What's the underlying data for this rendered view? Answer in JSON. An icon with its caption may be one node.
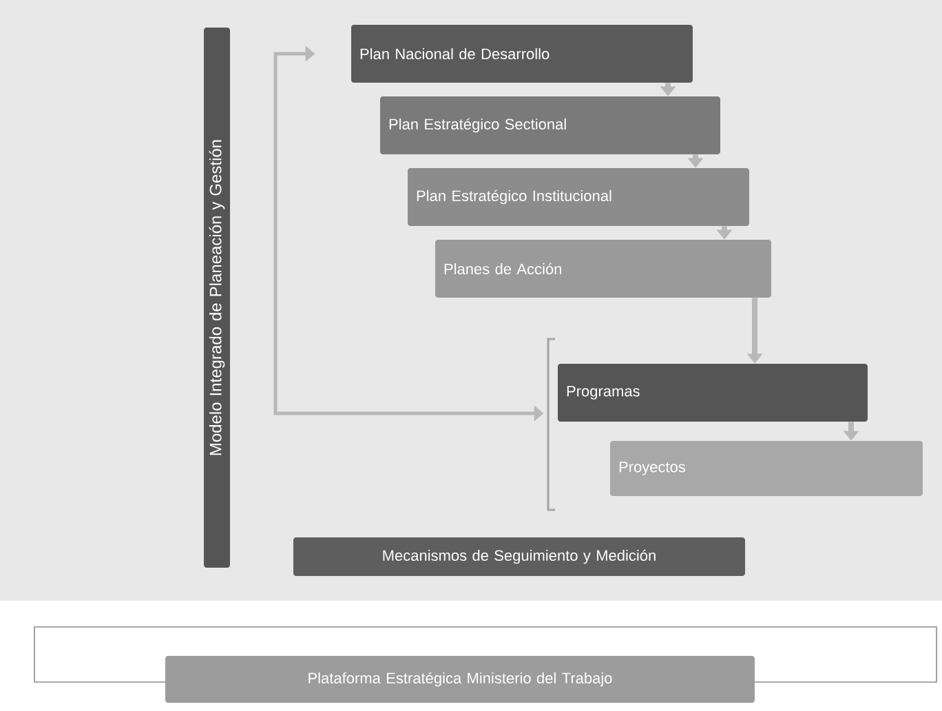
{
  "diagram": {
    "nodes": [
      {
        "text": [
          "Modelo Integrado de Planeación y Gestión"
        ]
      },
      {
        "text": [
          "Plan Nacional de Desarrollo"
        ]
      },
      {
        "text": [
          "Plan Estratégico Sectional"
        ]
      },
      {
        "text": [
          "Plan Estratégico Institucional"
        ]
      },
      {
        "text": [
          "Planes de Acción"
        ]
      },
      {
        "text": [
          "Programas"
        ]
      },
      {
        "text": [
          "Proyectos"
        ]
      },
      {
        "text": [
          "Mecanismos de Seguimiento y Medición"
        ]
      },
      {
        "text": [
          "Plataforma Estratégica Ministerio del Trabajo"
        ]
      }
    ],
    "edges": [
      {
        "from": 1,
        "to": 2,
        "arrow": "to"
      },
      {
        "from": 2,
        "to": 3,
        "arrow": "to"
      },
      {
        "from": 3,
        "to": 4,
        "arrow": "to"
      },
      {
        "from": 4,
        "to": 5,
        "arrow": "to"
      },
      {
        "from": 5,
        "to": 6,
        "arrow": "to"
      },
      {
        "from": 1,
        "to": 5,
        "arrow": "both"
      }
    ]
  }
}
